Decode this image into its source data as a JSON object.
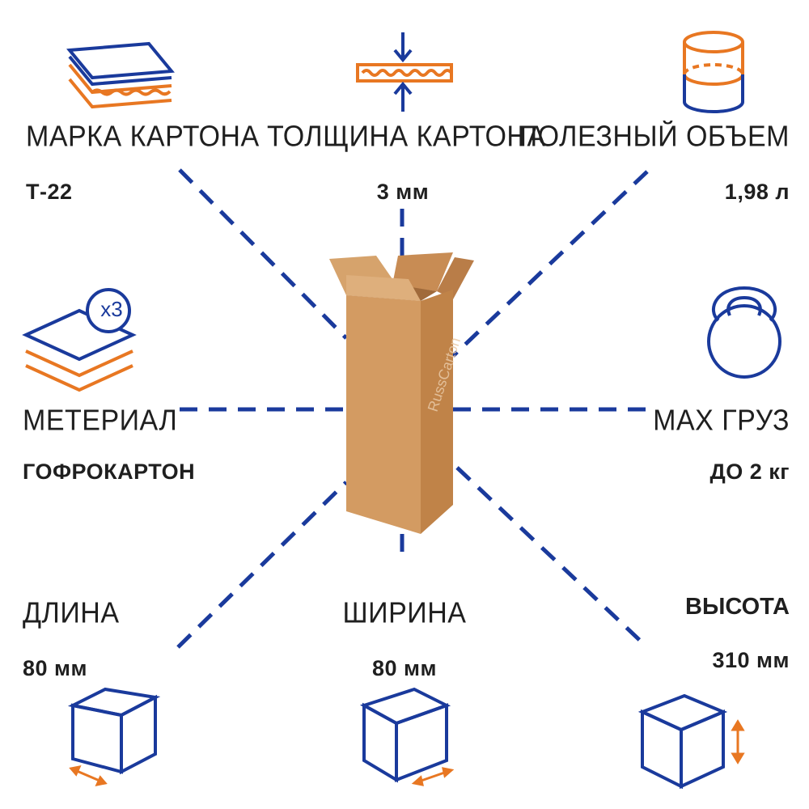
{
  "features": {
    "brand": {
      "label": "МАРКА КАРТОНА",
      "value": "Т-22"
    },
    "thickness": {
      "label": "ТОЛЩИНА КАРТОНА",
      "value": "3 мм"
    },
    "volume": {
      "label": "ПОЛЕЗНЫЙ ОБЪЕМ",
      "value": "1,98 л"
    },
    "material": {
      "label": "МЕТЕРИАЛ",
      "value": "ГОФРОКАРТОН",
      "layers_badge": "x3"
    },
    "max_load": {
      "label": "MAX ГРУЗ",
      "value": "ДО 2 кг"
    },
    "length": {
      "label": "ДЛИНА",
      "value": "80 мм"
    },
    "width": {
      "label": "ШИРИНА",
      "value": "80 мм"
    },
    "height": {
      "label": "ВЫСОТА",
      "value": "310 мм"
    }
  },
  "box_watermark": "RussCarton",
  "colors": {
    "blue": "#1a3a9c",
    "orange": "#e87722",
    "cardboard": "#c98f55",
    "text": "#1f1f1f"
  },
  "icons": {
    "brand": "corrugated-sheets-icon",
    "thickness": "thickness-arrows-icon",
    "volume": "cylinder-volume-icon",
    "material": "layered-sheets-icon",
    "max_load": "kettlebell-icon",
    "length": "cube-length-icon",
    "width": "cube-width-icon",
    "height": "cube-height-icon"
  }
}
